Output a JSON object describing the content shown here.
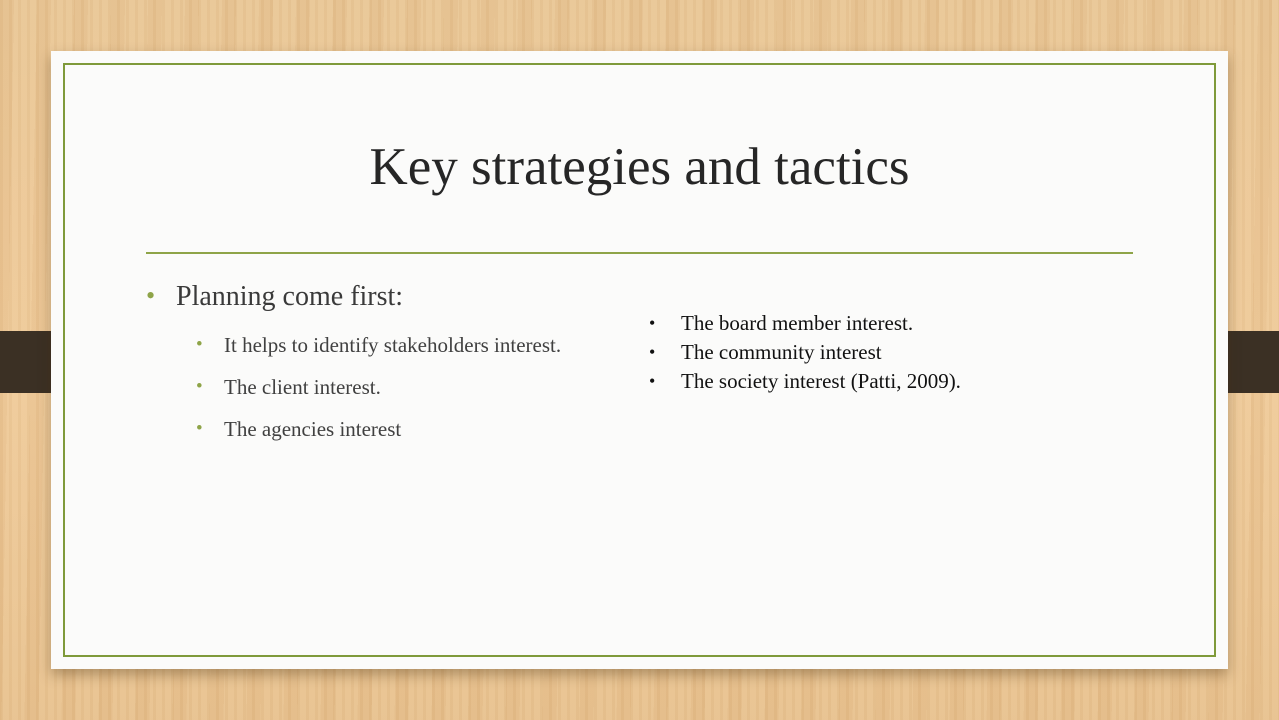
{
  "slide": {
    "title": "Key strategies and tactics",
    "main_bullet": "Planning come first:",
    "sub_bullets": [
      "It helps to identify stakeholders interest.",
      "The client interest.",
      "The agencies interest"
    ],
    "right_bullets": [
      "The board member interest.",
      "The community interest",
      "The society interest (Patti, 2009)."
    ]
  },
  "colors": {
    "accent": "#8ea448",
    "frame": "#7f9a3a",
    "title_text": "#262626",
    "body_text": "#404040",
    "background_wood": "#ecc796",
    "clip": "#3b3024"
  },
  "icons": {
    "green_bullet": "bullet-dot-icon",
    "black_bullet": "bullet-dot-icon"
  }
}
